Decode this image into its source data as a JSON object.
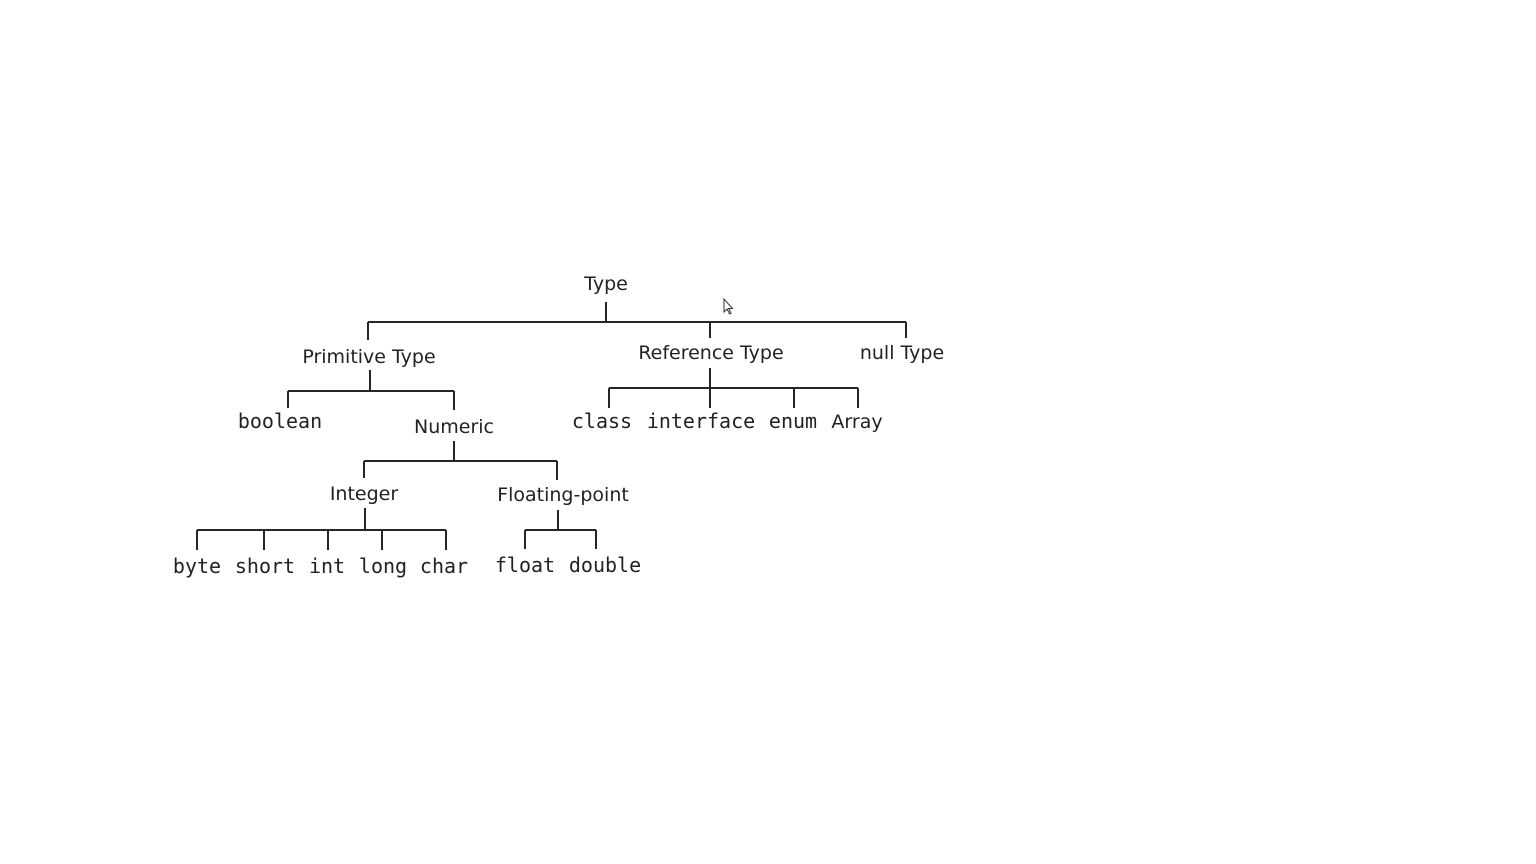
{
  "tree": {
    "root": "Type",
    "level1": {
      "primitive": "Primitive Type",
      "reference": "Reference Type",
      "null": "null Type"
    },
    "primitive_children": {
      "boolean": "boolean",
      "numeric": "Numeric"
    },
    "numeric_children": {
      "integer": "Integer",
      "floating": "Floating-point"
    },
    "integer_types": [
      "byte",
      "short",
      "int",
      "long",
      "char"
    ],
    "floating_types": [
      "float",
      "double"
    ],
    "reference_types": [
      "class",
      "interface",
      "enum",
      "Array"
    ]
  },
  "colors": {
    "background": "#ffffff",
    "line": "#262626",
    "text": "#222222"
  }
}
